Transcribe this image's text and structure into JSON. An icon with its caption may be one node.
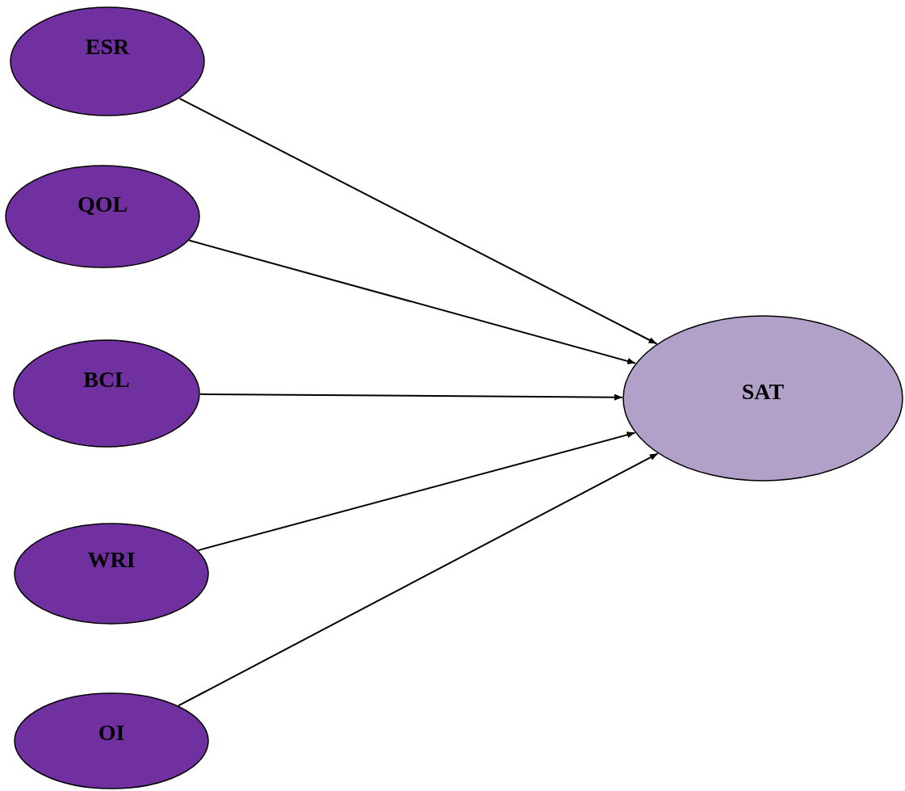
{
  "diagram": {
    "nodes": [
      {
        "text": [
          "ESR"
        ]
      },
      {
        "text": [
          "QOL"
        ]
      },
      {
        "text": [
          "BCL"
        ]
      },
      {
        "text": [
          "WRI"
        ]
      },
      {
        "text": [
          "OI"
        ]
      },
      {
        "text": [
          "SAT"
        ]
      }
    ],
    "edges": [
      {
        "from": 0,
        "to": 5,
        "arrow": "to"
      },
      {
        "from": 1,
        "to": 5,
        "arrow": "to"
      },
      {
        "from": 2,
        "to": 5,
        "arrow": "to"
      },
      {
        "from": 3,
        "to": 5,
        "arrow": "to"
      },
      {
        "from": 4,
        "to": 5,
        "arrow": "to"
      }
    ]
  }
}
